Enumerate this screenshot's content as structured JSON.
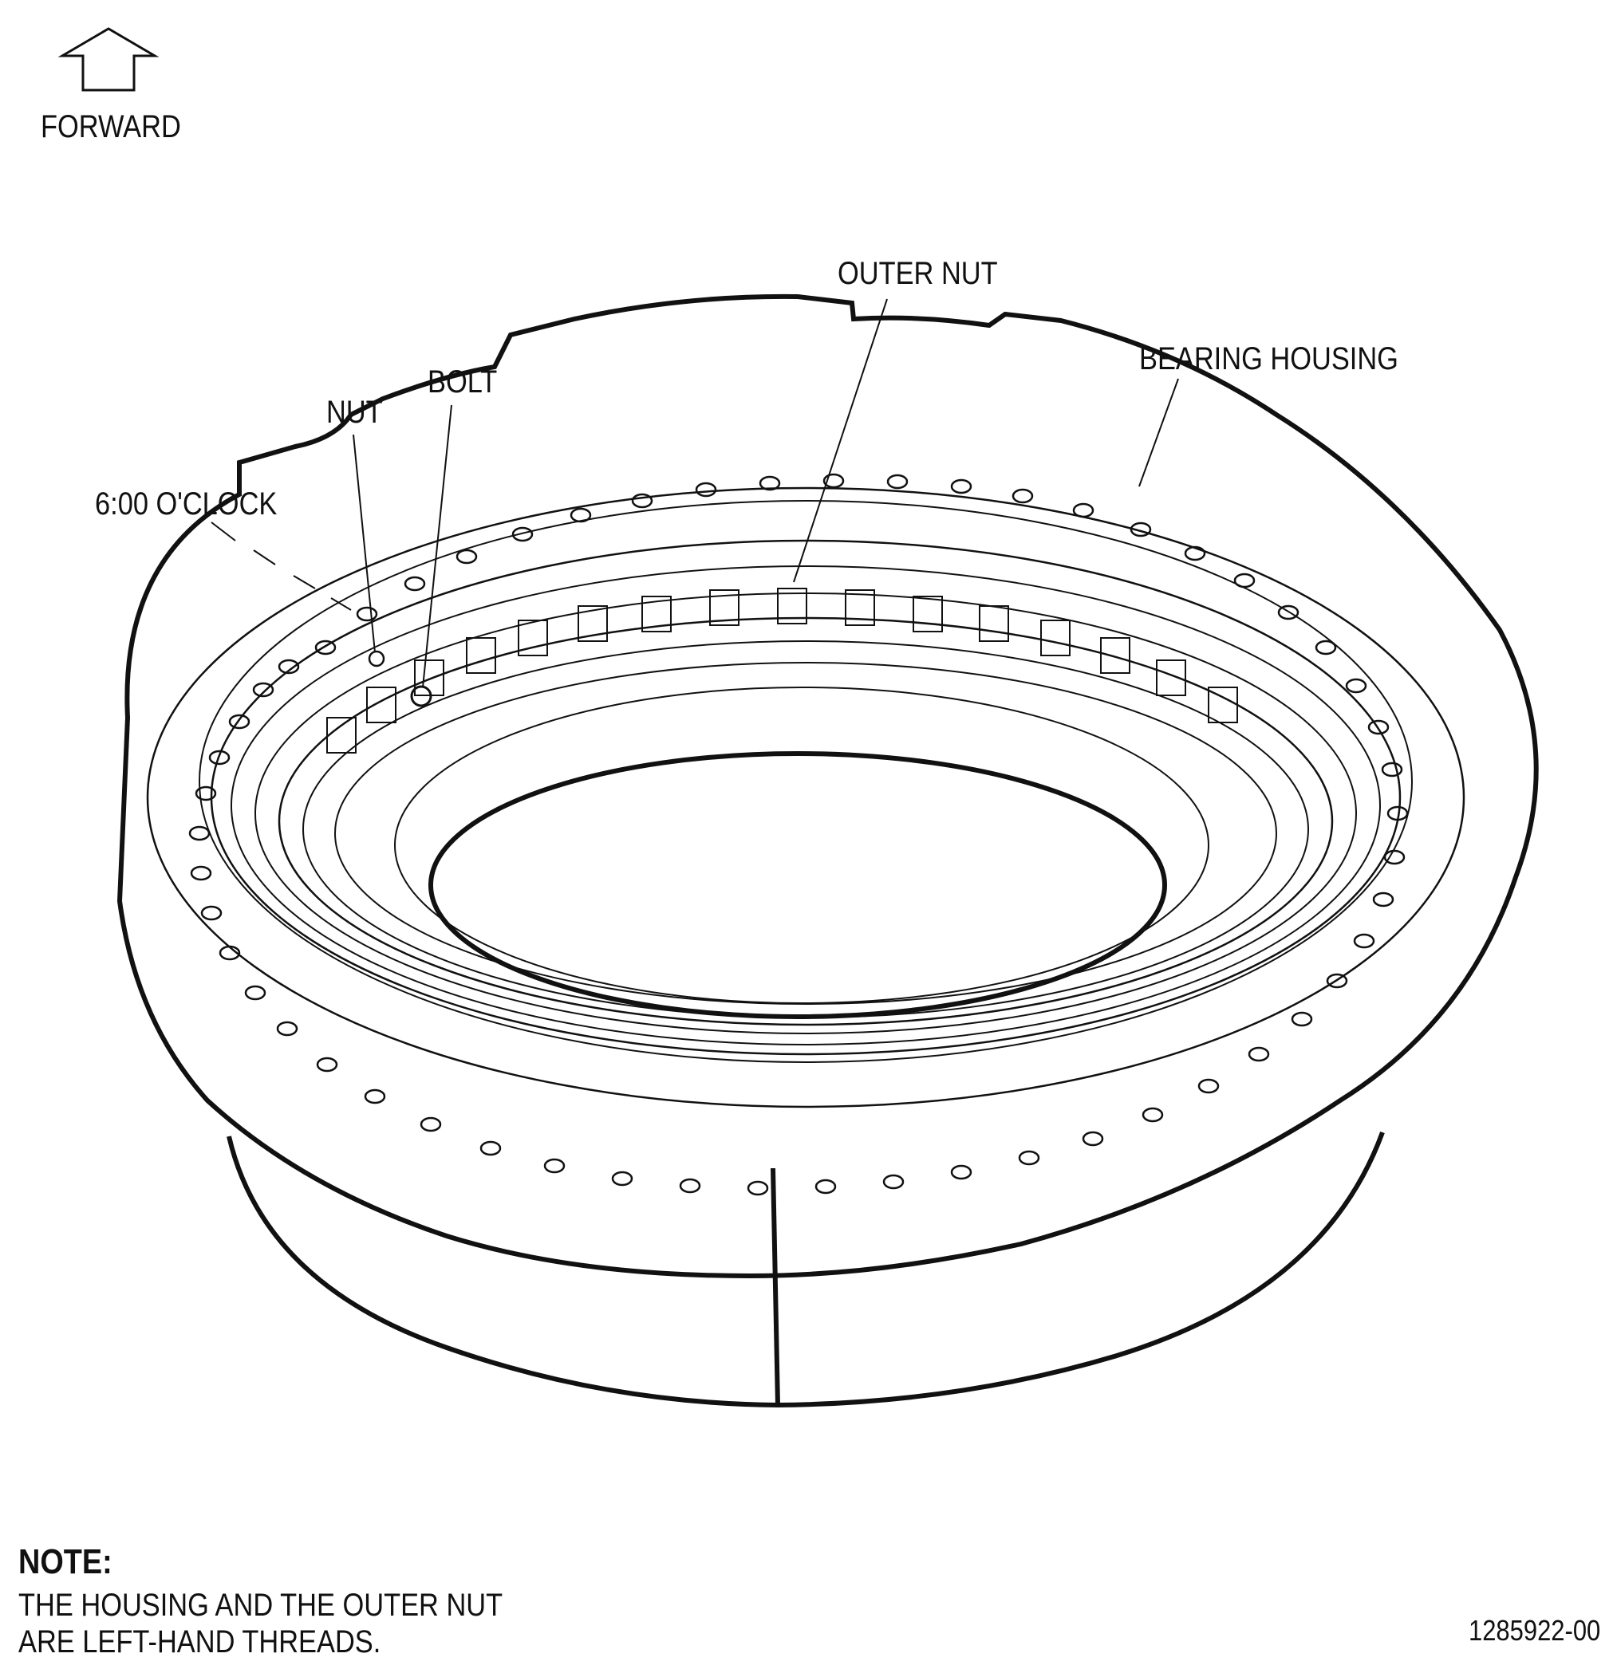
{
  "direction": {
    "label": "FORWARD",
    "icon": "up-arrow-icon"
  },
  "callouts": {
    "outer_nut": "OUTER NUT",
    "bearing_housing": "BEARING HOUSING",
    "bolt": "BOLT",
    "nut": "NUT",
    "clock_position": "6:00 O'CLOCK"
  },
  "note": {
    "title": "NOTE:",
    "line1": "THE HOUSING AND THE OUTER NUT",
    "line2": "ARE LEFT-HAND THREADS."
  },
  "figure_id": "1285922-00"
}
